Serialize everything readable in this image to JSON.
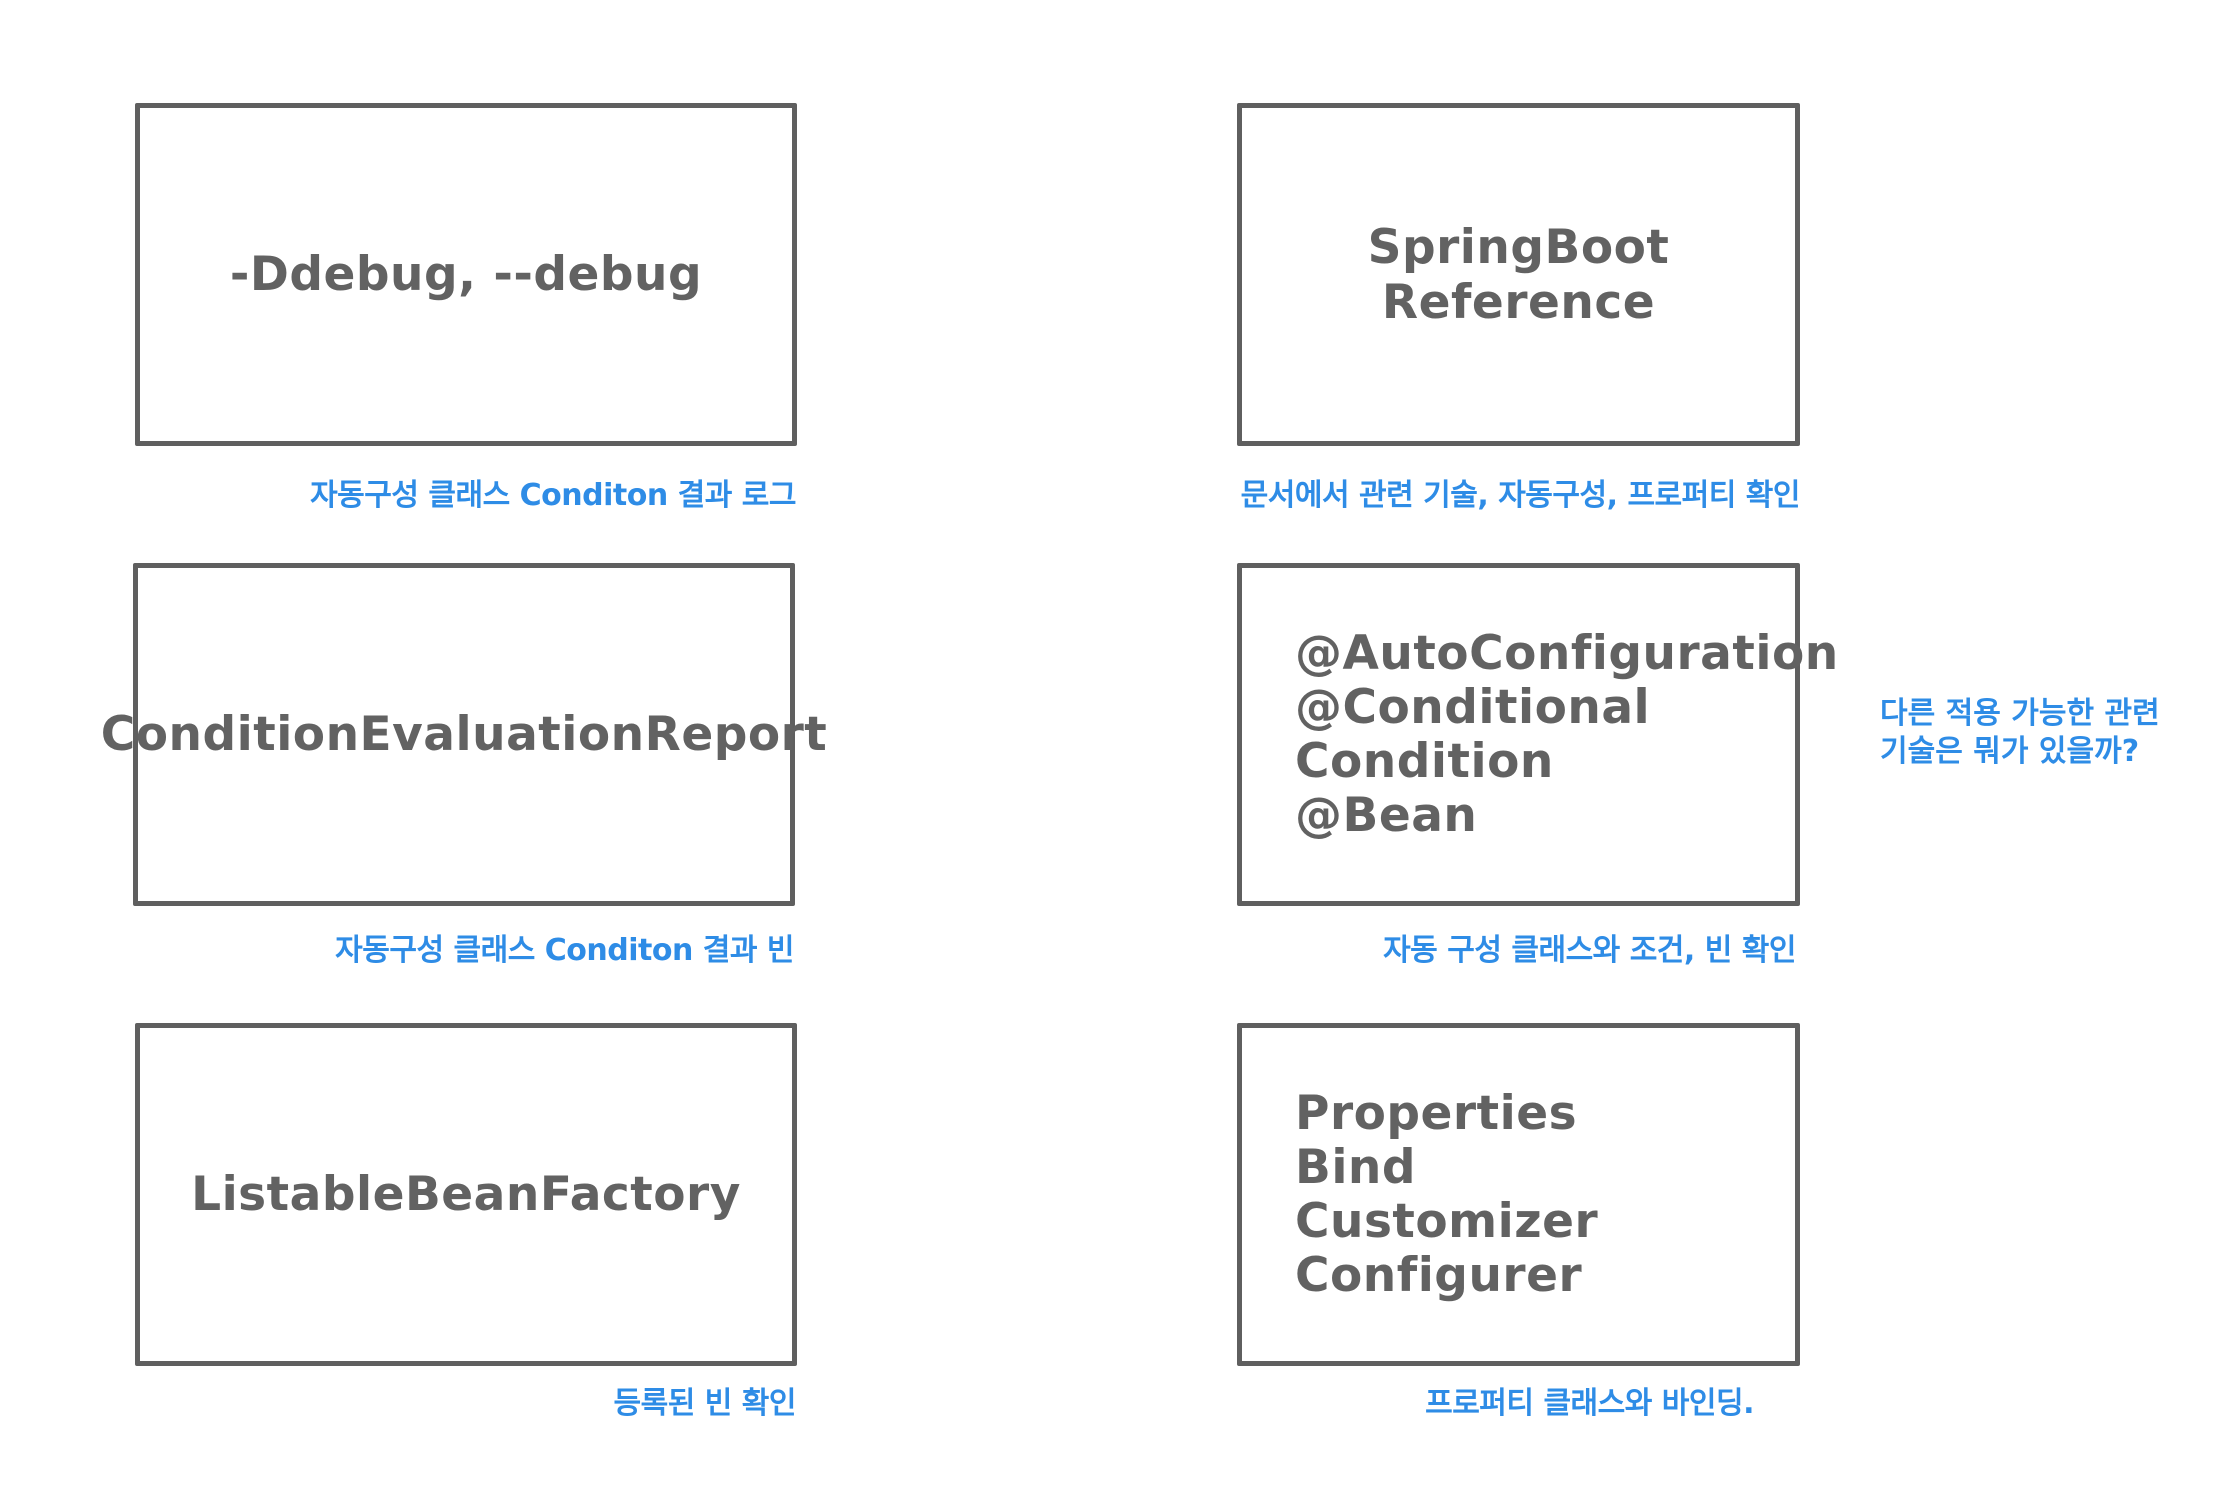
{
  "boxes": [
    {
      "id": "debug-flag",
      "lines": [
        "-Ddebug, --debug"
      ],
      "caption": "자동구성 클래스 Conditon 결과 로그"
    },
    {
      "id": "springboot-reference",
      "lines": [
        "SpringBoot Reference"
      ],
      "caption": "문서에서 관련 기술, 자동구성, 프로퍼티 확인"
    },
    {
      "id": "condition-evaluation-report",
      "lines": [
        "ConditionEvaluationReport"
      ],
      "caption": "자동구성 클래스 Conditon 결과 빈"
    },
    {
      "id": "auto-configuration",
      "lines": [
        "@AutoConfiguration",
        "@Conditional",
        "Condition",
        "@Bean"
      ],
      "caption": "자동 구성 클래스와 조건, 빈 확인"
    },
    {
      "id": "listable-bean-factory",
      "lines": [
        "ListableBeanFactory"
      ],
      "caption": "등록된 빈 확인"
    },
    {
      "id": "properties",
      "lines": [
        "Properties",
        "Bind",
        "Customizer",
        "Configurer"
      ],
      "caption": "프로퍼티 클래스와 바인딩."
    }
  ],
  "note": {
    "lines": [
      "다른 적용 가능한 관련",
      "기술은 뭐가 있을까?"
    ]
  },
  "colors": {
    "box_border": "#5f5f5f",
    "box_text": "#626262",
    "caption": "#2e8ce6"
  }
}
